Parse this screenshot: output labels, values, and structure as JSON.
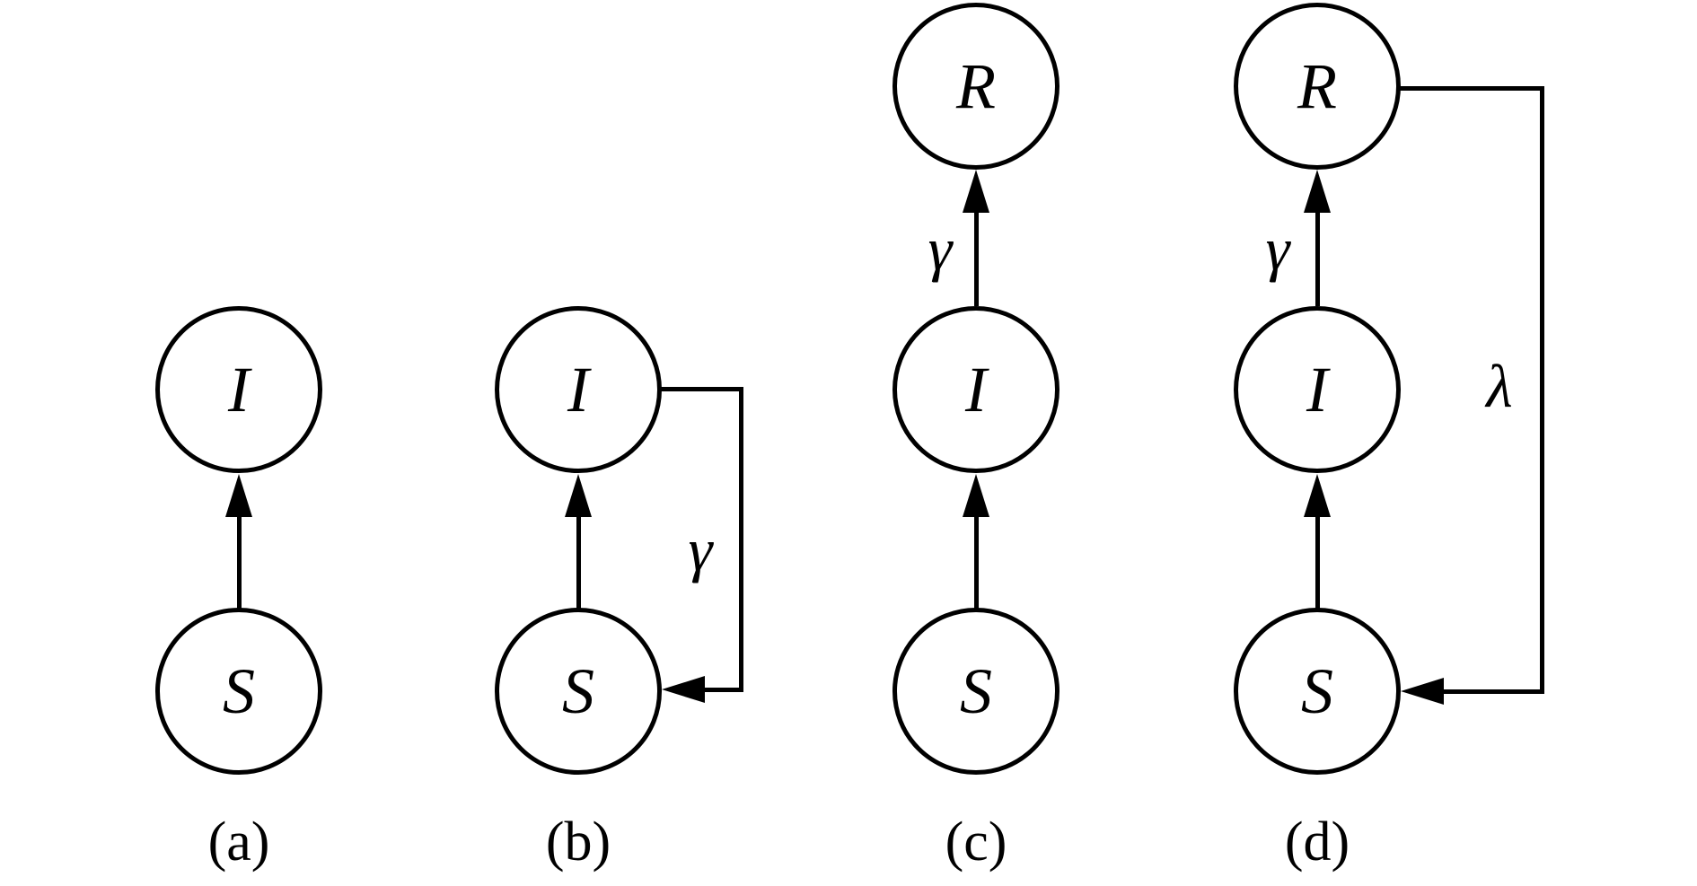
{
  "figure": {
    "background_color": "#ffffff",
    "ink_color": "#000000",
    "description_visible_elements": "Four vertical compartment diagrams with circular nodes connected by arrows"
  },
  "diagrams": [
    {
      "caption": "(a)",
      "nodes": [
        {
          "label": "S"
        },
        {
          "label": "I"
        }
      ],
      "edges": [
        {
          "from": "S",
          "to": "I",
          "label": ""
        }
      ]
    },
    {
      "caption": "(b)",
      "nodes": [
        {
          "label": "S"
        },
        {
          "label": "I"
        }
      ],
      "edges": [
        {
          "from": "S",
          "to": "I",
          "label": ""
        },
        {
          "from": "I",
          "to": "S",
          "label": "γ"
        }
      ]
    },
    {
      "caption": "(c)",
      "nodes": [
        {
          "label": "S"
        },
        {
          "label": "I"
        },
        {
          "label": "R"
        }
      ],
      "edges": [
        {
          "from": "S",
          "to": "I",
          "label": ""
        },
        {
          "from": "I",
          "to": "R",
          "label": "γ"
        }
      ]
    },
    {
      "caption": "(d)",
      "nodes": [
        {
          "label": "S"
        },
        {
          "label": "I"
        },
        {
          "label": "R"
        }
      ],
      "edges": [
        {
          "from": "S",
          "to": "I",
          "label": ""
        },
        {
          "from": "I",
          "to": "R",
          "label": "γ"
        },
        {
          "from": "R",
          "to": "S",
          "label": "λ"
        }
      ]
    }
  ]
}
